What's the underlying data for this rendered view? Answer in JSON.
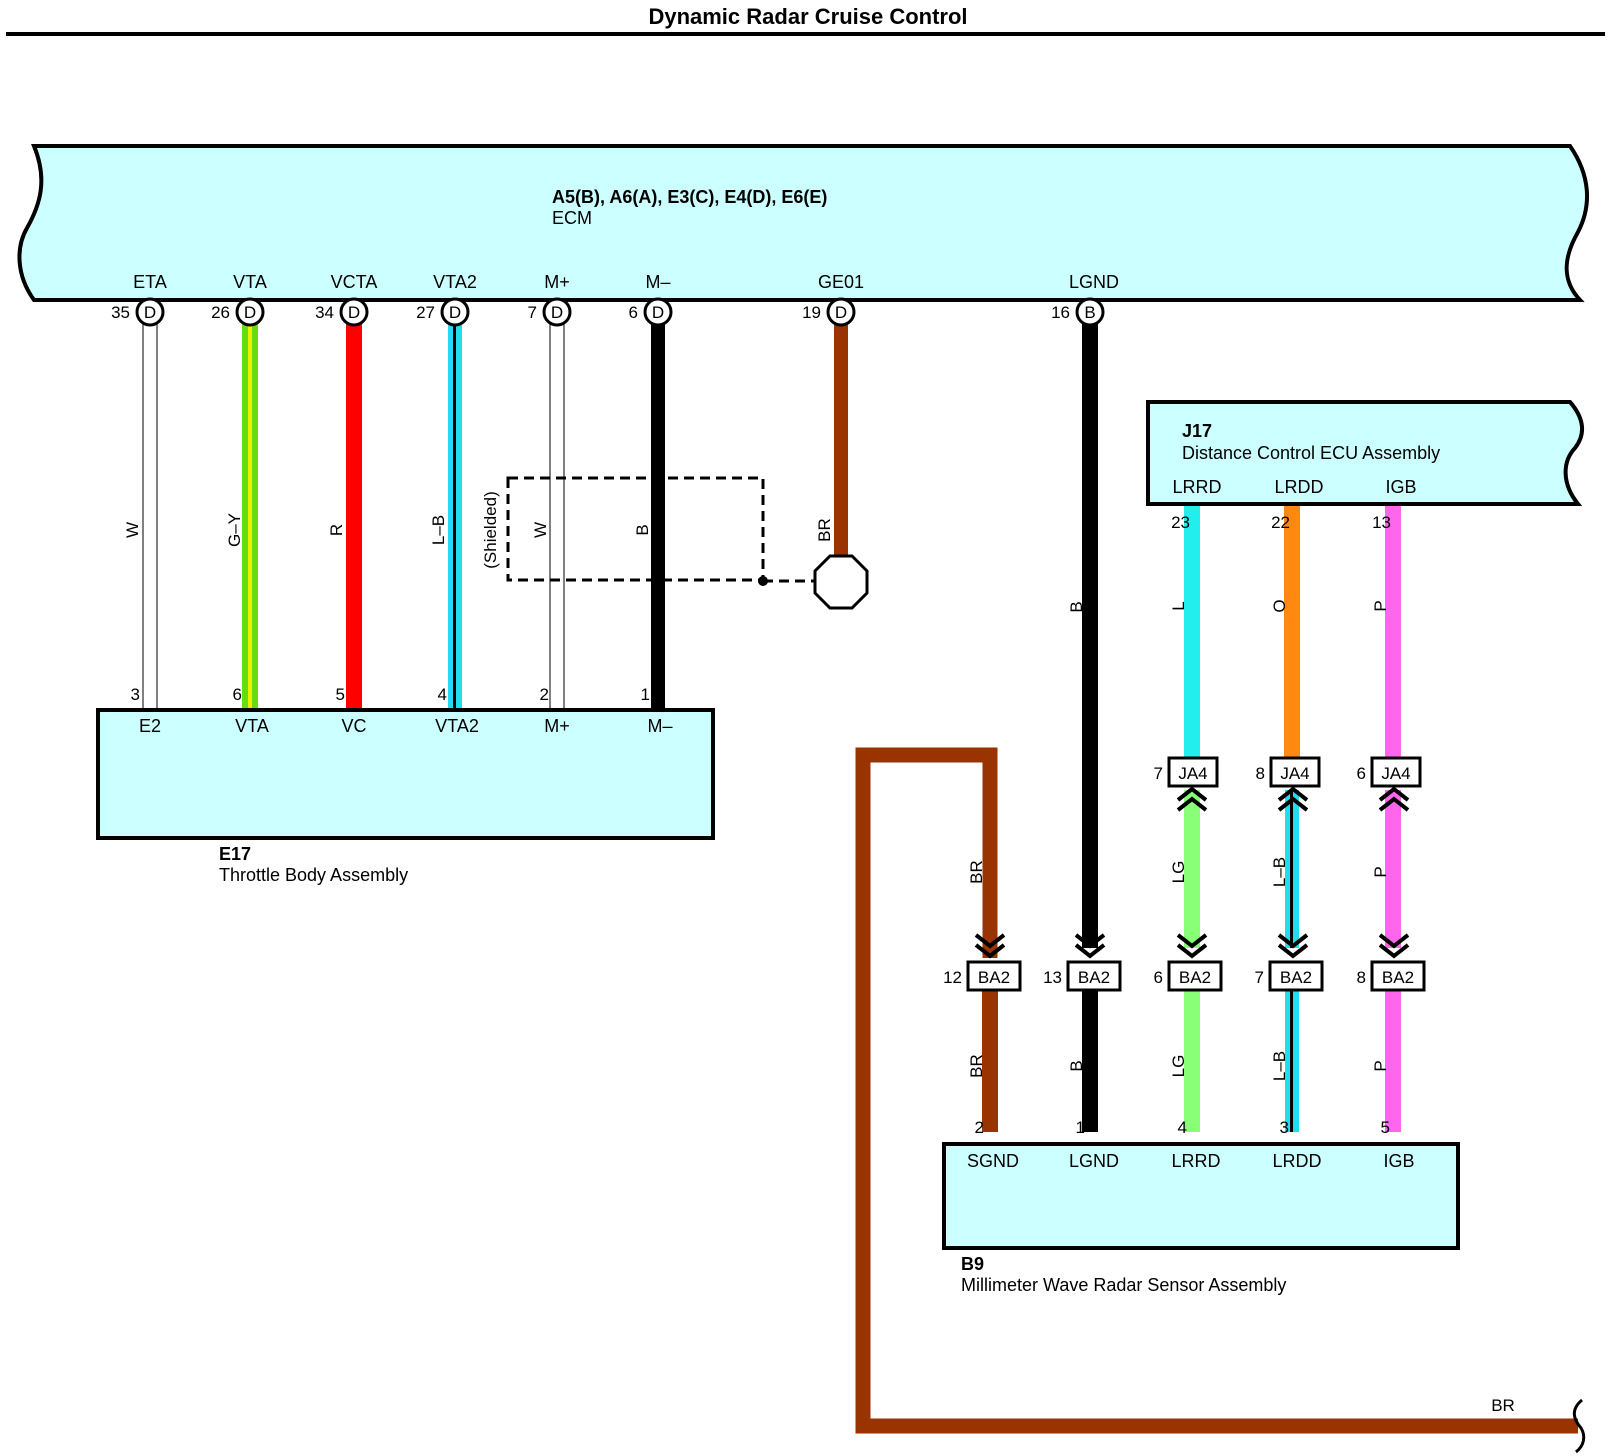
{
  "title": "Dynamic Radar Cruise Control",
  "colors": {
    "component_fill": "#ccffff",
    "W": "#ffffff",
    "G-Y": "#66dd11",
    "G-Y_stripe": "#eeee00",
    "R": "#ff0000",
    "L-B": "#22ddee",
    "B": "#000000",
    "BR": "#993300",
    "L": "#22eeee",
    "O": "#ff8811",
    "P": "#ff66ee",
    "LG": "#88ff77"
  },
  "ecm": {
    "connectors": "A5(B), A6(A), E3(C), E4(D), E6(E)",
    "name": "ECM",
    "pins": [
      {
        "label": "ETA",
        "num": "35",
        "conn": "D"
      },
      {
        "label": "VTA",
        "num": "26",
        "conn": "D"
      },
      {
        "label": "VCTA",
        "num": "34",
        "conn": "D"
      },
      {
        "label": "VTA2",
        "num": "27",
        "conn": "D"
      },
      {
        "label": "M+",
        "num": "7",
        "conn": "D"
      },
      {
        "label": "M–",
        "num": "6",
        "conn": "D"
      },
      {
        "label": "GE01",
        "num": "19",
        "conn": "D"
      },
      {
        "label": "LGND",
        "num": "16",
        "conn": "B"
      }
    ]
  },
  "throttle": {
    "code": "E17",
    "name": "Throttle Body Assembly",
    "pins": [
      {
        "label": "E2",
        "num": "3"
      },
      {
        "label": "VTA",
        "num": "6"
      },
      {
        "label": "VC",
        "num": "5"
      },
      {
        "label": "VTA2",
        "num": "4"
      },
      {
        "label": "M+",
        "num": "2"
      },
      {
        "label": "M–",
        "num": "1"
      }
    ]
  },
  "ecm_wires": [
    {
      "color": "W"
    },
    {
      "color": "G–Y"
    },
    {
      "color": "R"
    },
    {
      "color": "L–B"
    },
    {
      "color": "W"
    },
    {
      "color": "B"
    },
    {
      "color": "BR"
    },
    {
      "color": "B"
    }
  ],
  "shielded_label": "(Shielded)",
  "distance_ecu": {
    "code": "J17",
    "name": "Distance Control ECU Assembly",
    "pins": [
      {
        "label": "LRRD",
        "num": "23"
      },
      {
        "label": "LRDD",
        "num": "22"
      },
      {
        "label": "IGB",
        "num": "13"
      }
    ]
  },
  "ja4": {
    "name": "JA4",
    "pins": [
      "7",
      "8",
      "6"
    ],
    "upper_wires": [
      "L",
      "O",
      "P"
    ],
    "lower_wires": [
      "LG",
      "L–B",
      "P"
    ]
  },
  "ba2": {
    "name": "BA2",
    "pins": [
      "12",
      "13",
      "6",
      "7",
      "8"
    ],
    "upper_wires": [
      "BR",
      "LG",
      "L–B",
      "P"
    ],
    "lower_wires": [
      "BR",
      "B",
      "LG",
      "L–B",
      "P"
    ]
  },
  "radar": {
    "code": "B9",
    "name": "Millimeter Wave Radar Sensor Assembly",
    "pins": [
      {
        "label": "SGND",
        "num": "2"
      },
      {
        "label": "LGND",
        "num": "1"
      },
      {
        "label": "LRRD",
        "num": "4"
      },
      {
        "label": "LRDD",
        "num": "3"
      },
      {
        "label": "IGB",
        "num": "5"
      }
    ]
  },
  "ground_wire_label": "BR"
}
